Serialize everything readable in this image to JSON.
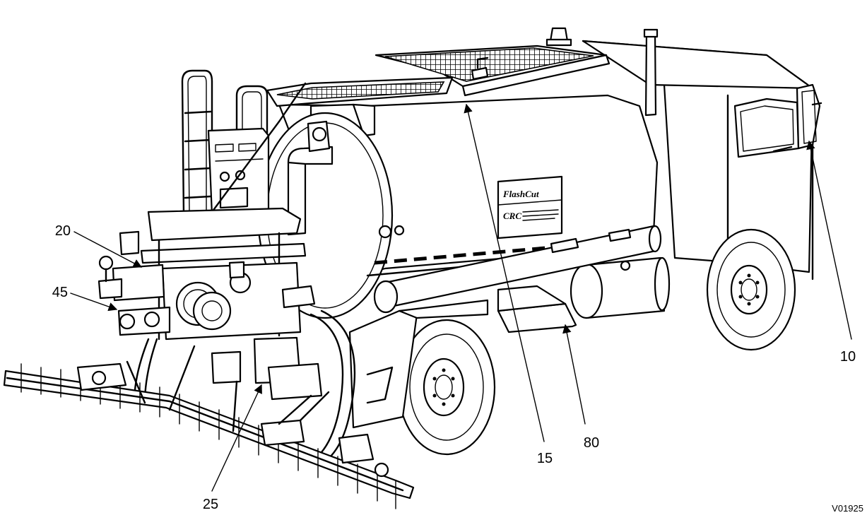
{
  "figure": {
    "id_code": "V01925",
    "tank_logo": {
      "line1": "FlashCut",
      "line2": "CRC"
    }
  },
  "callouts": [
    {
      "id": "10",
      "label": "10",
      "text_anchor": "middle"
    },
    {
      "id": "15",
      "label": "15",
      "text_anchor": "middle"
    },
    {
      "id": "20",
      "label": "20",
      "text_anchor": "end"
    },
    {
      "id": "25",
      "label": "25",
      "text_anchor": "middle"
    },
    {
      "id": "45",
      "label": "45",
      "text_anchor": "end"
    },
    {
      "id": "80",
      "label": "80",
      "text_anchor": "middle"
    }
  ]
}
